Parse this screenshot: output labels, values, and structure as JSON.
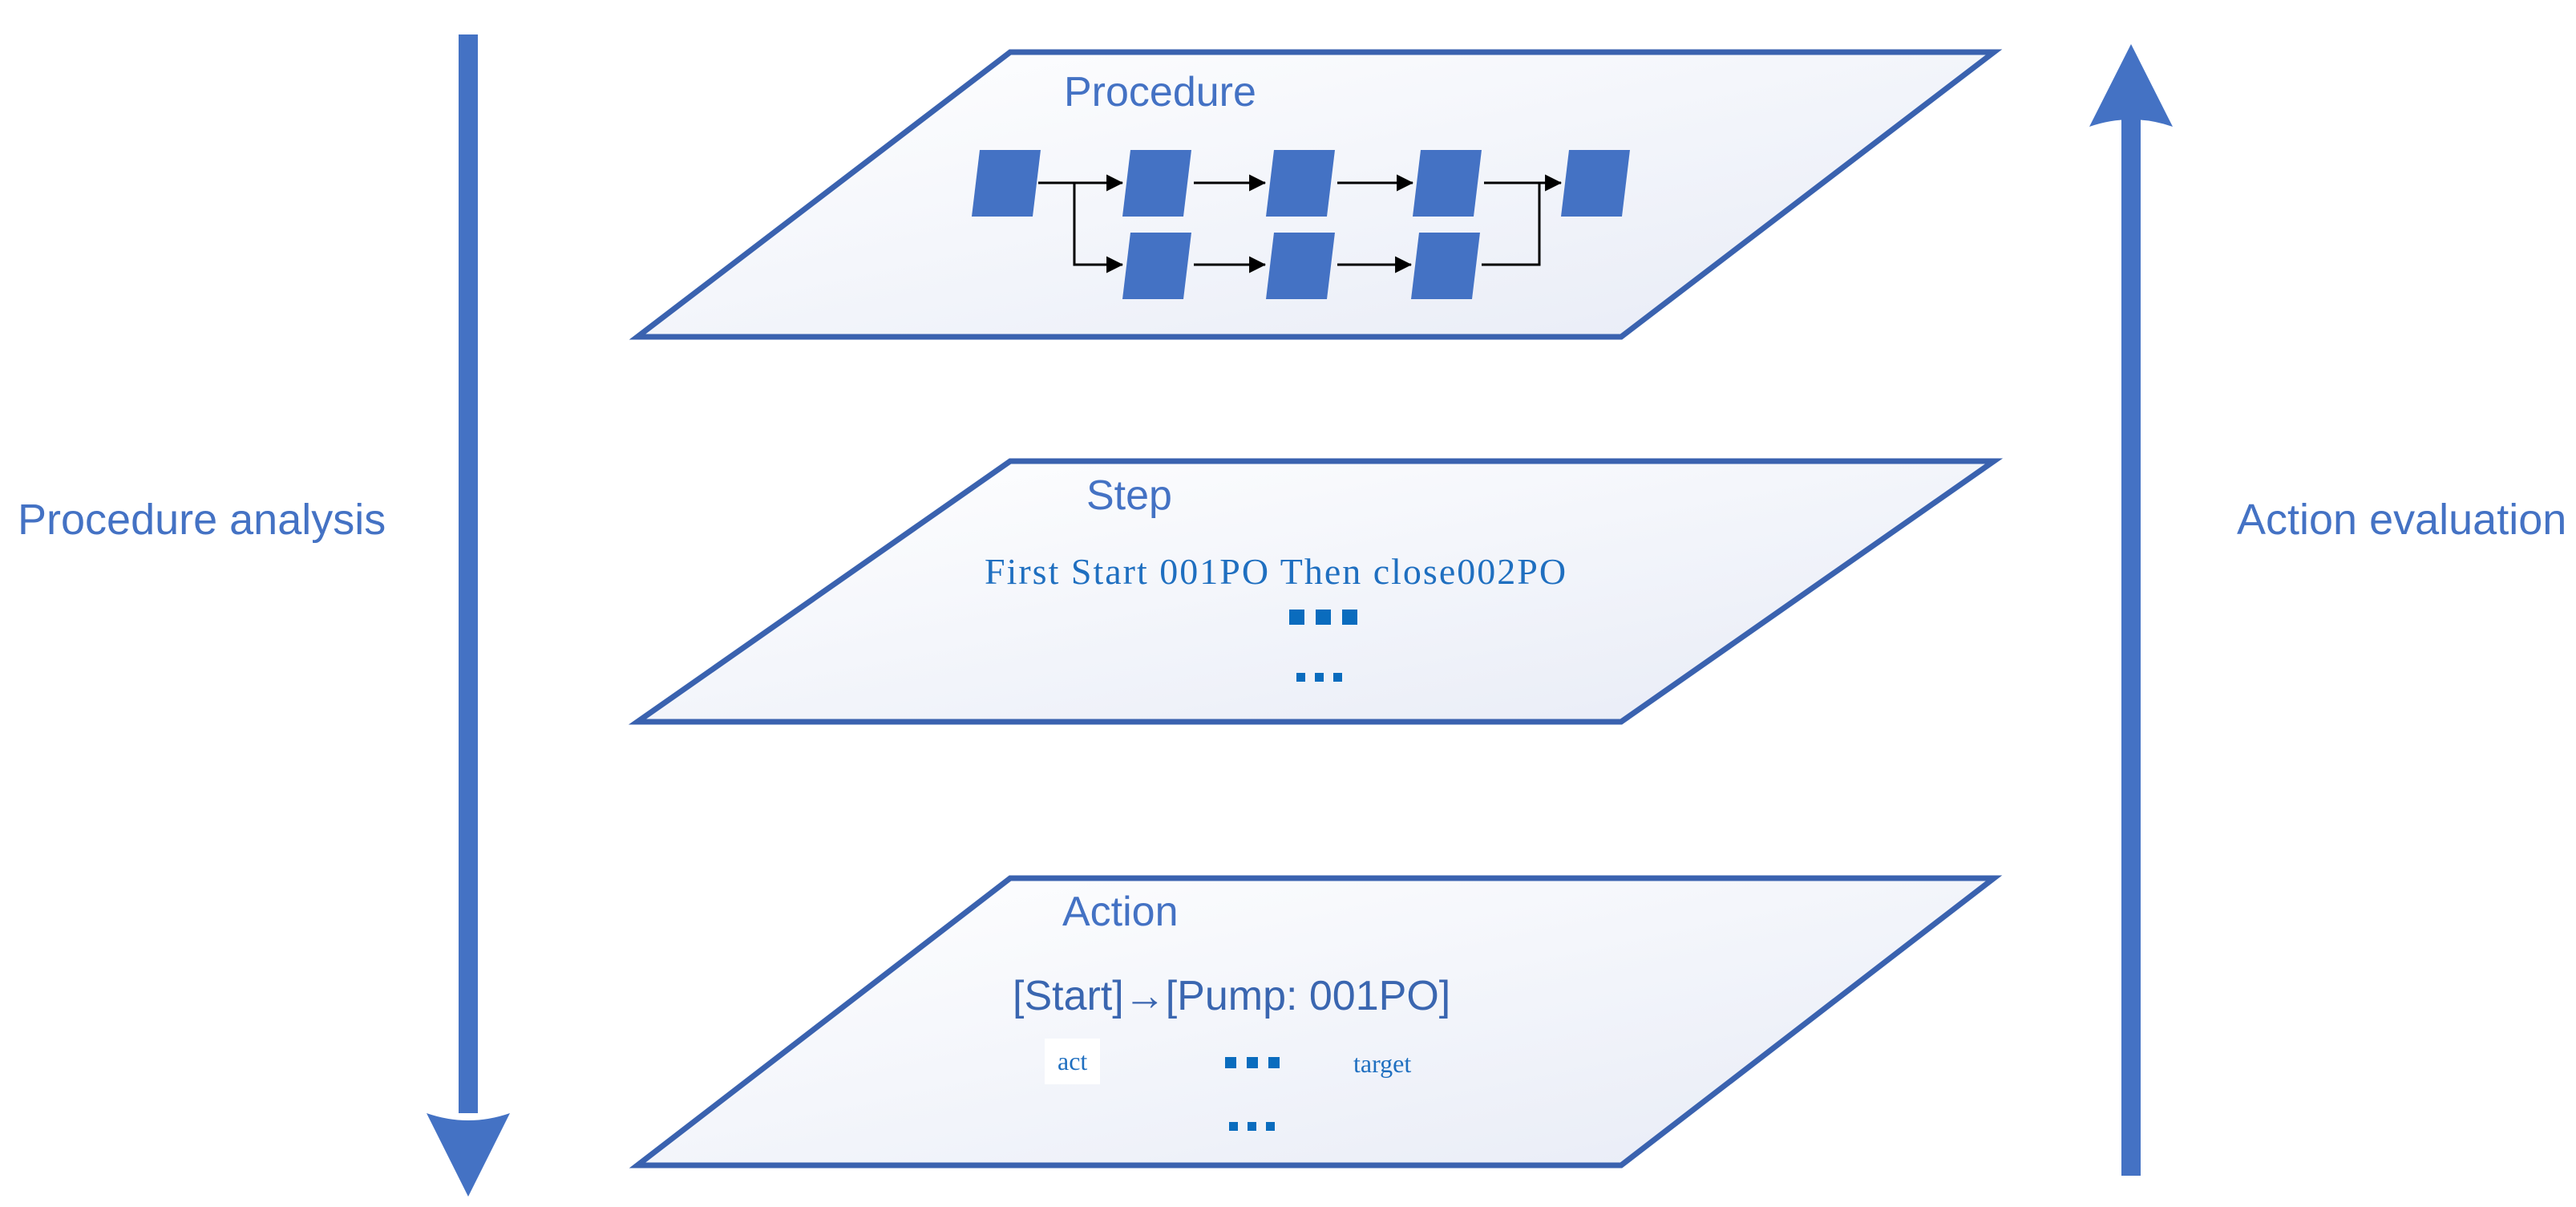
{
  "diagram": {
    "title_hidden": "",
    "accent_blue": "#4472C4",
    "border_blue": "#3A62AF",
    "text_blue": "#1F6FC0",
    "dot_blue": "#0A6CBE",
    "box_fill": "#4472C4"
  },
  "side": {
    "left": {
      "label": "Procedure analysis",
      "arrow_direction": "down",
      "arrow_icon": "arrow-down-icon"
    },
    "right": {
      "label": "Action evaluation",
      "arrow_direction": "up",
      "arrow_icon": "arrow-up-icon"
    }
  },
  "layers": [
    {
      "id": "procedure",
      "title": "Procedure",
      "content_type": "flowchart",
      "flow": {
        "top_row_boxes": 5,
        "bottom_row_boxes": 3,
        "arrow_style": "solid-triangle",
        "connector_color": "#000000",
        "box_fill": "#4472C4"
      }
    },
    {
      "id": "step",
      "title": "Step",
      "content_type": "text",
      "main_text": "First Start 001PO Then close002PO",
      "ellipsis_1": "...",
      "ellipsis_2": "..."
    },
    {
      "id": "action",
      "title": "Action",
      "content_type": "text",
      "main_text": "[Start]→[Pump: 001PO]",
      "annotations": {
        "left": "act",
        "middle": "...",
        "right": "target"
      },
      "ellipsis_2": "..."
    }
  ]
}
